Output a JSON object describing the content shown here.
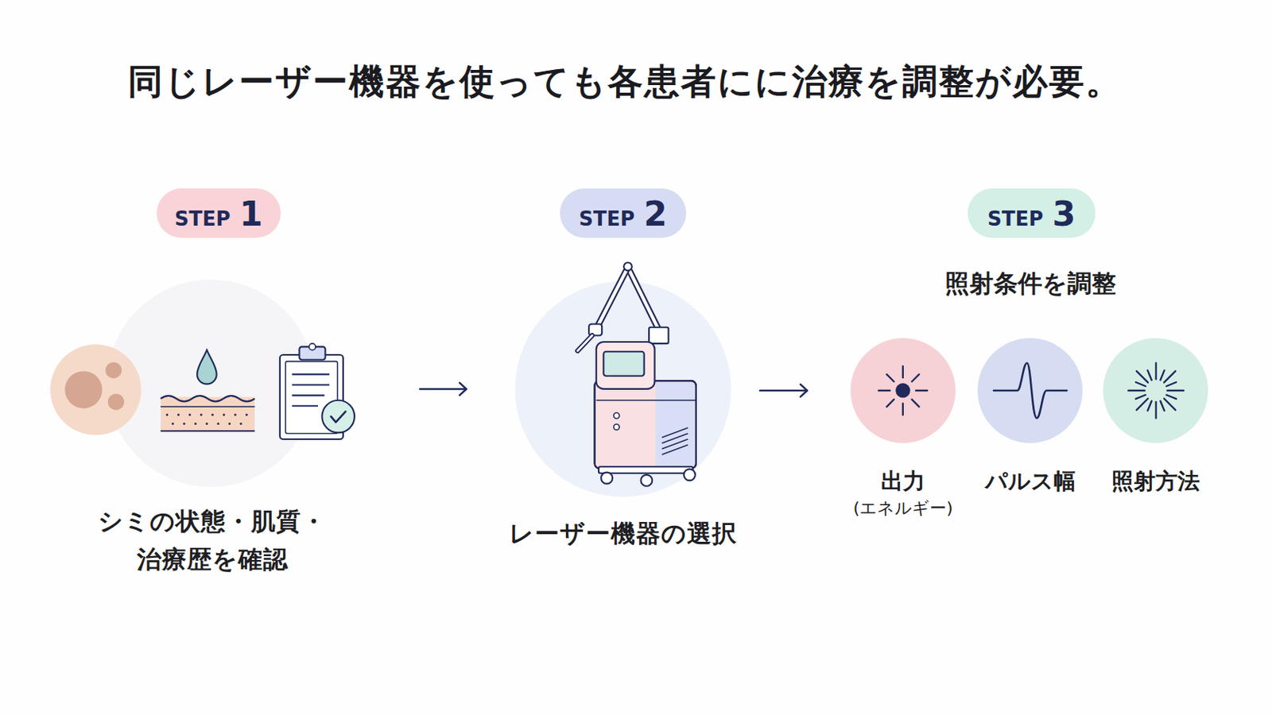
{
  "diagram": {
    "title": "同じレーザー機器を使っても各患者にに治療を調整が必要。",
    "nodes": [
      {
        "text": [
          "STEP",
          "1"
        ]
      },
      {
        "text": [
          "シミの状態・肌質・治療歴を確認"
        ]
      },
      {
        "text": [
          "STEP",
          "2"
        ]
      },
      {
        "text": [
          "レーザー機器の選択"
        ]
      },
      {
        "text": [
          "STEP",
          "3"
        ]
      },
      {
        "text": [
          "出力",
          "(エネルギー)"
        ]
      },
      {
        "text": [
          "パルス幅"
        ]
      },
      {
        "text": [
          "照射方法"
        ]
      }
    ],
    "edges": [
      {
        "from": 1,
        "to": 3,
        "arrow": "to"
      },
      {
        "from": 3,
        "to": 5,
        "arrow": "to"
      }
    ],
    "labels": [
      "照射条件を調整"
    ]
  }
}
